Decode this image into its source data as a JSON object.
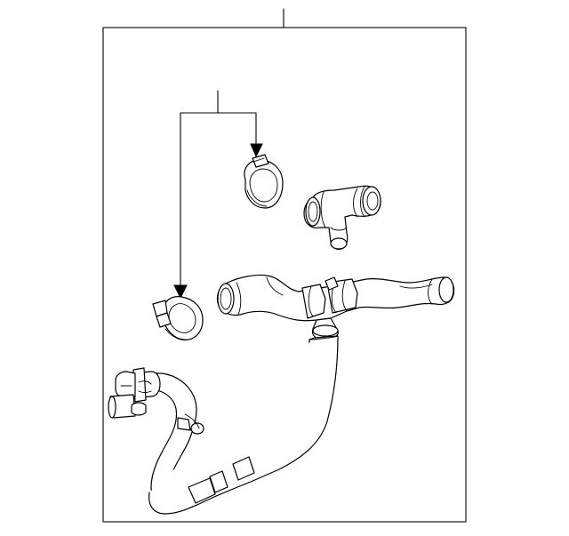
{
  "diagram": {
    "stroke_color": "#000000",
    "background_color": "#ffffff",
    "parts": [
      {
        "name": "coolant-hose-assembly"
      },
      {
        "name": "hose-clamp"
      },
      {
        "name": "hose-connector"
      },
      {
        "name": "upper-hose"
      },
      {
        "name": "lower-hose"
      },
      {
        "name": "quick-connector"
      }
    ]
  }
}
